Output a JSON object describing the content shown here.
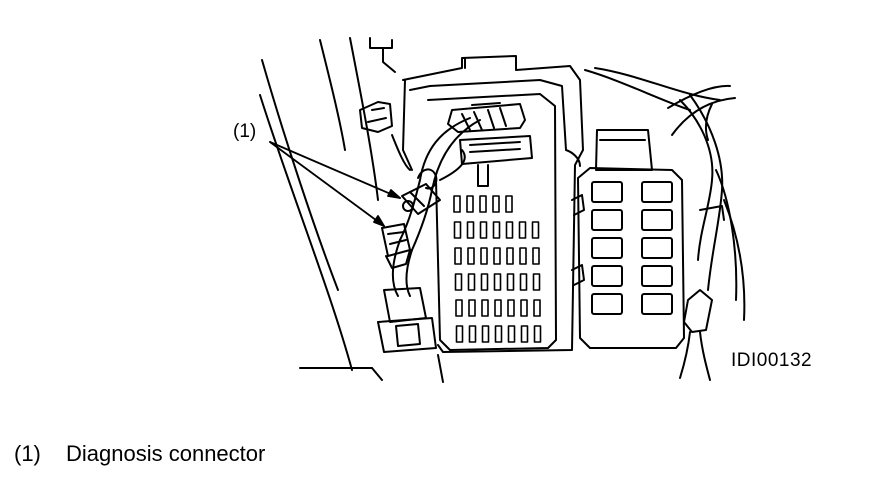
{
  "figure": {
    "callout_label": "(1)",
    "figure_id": "IDI00132"
  },
  "legend": {
    "items": [
      {
        "number": "(1)",
        "text": "Diagnosis connector"
      }
    ]
  }
}
